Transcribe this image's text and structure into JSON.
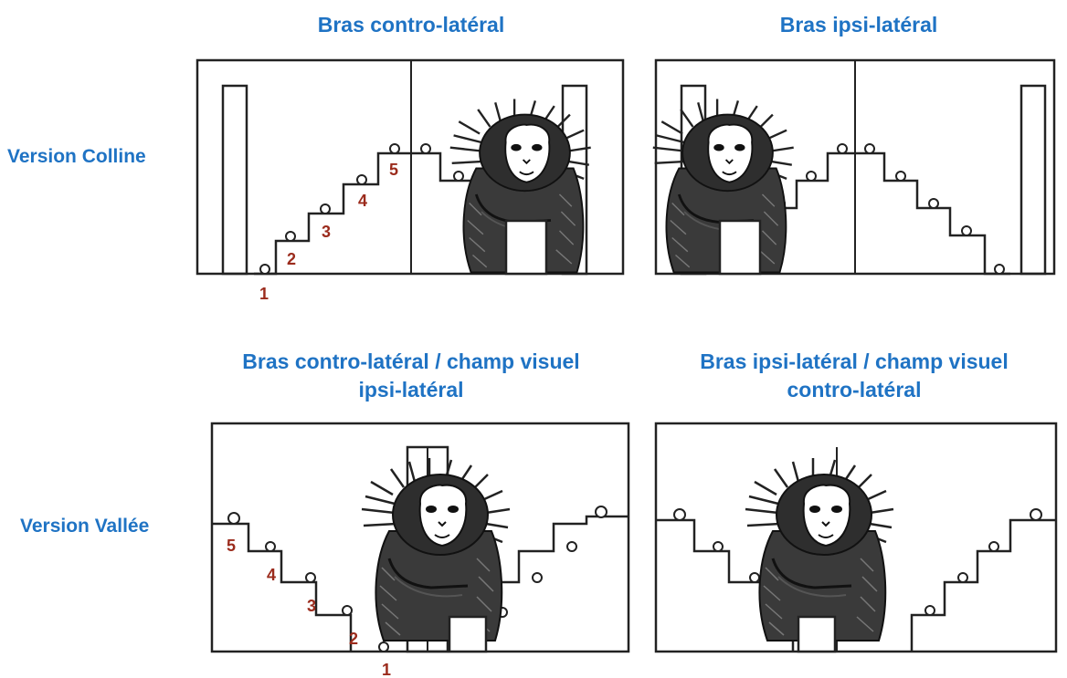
{
  "headings": {
    "top_left": "Bras contro-latéral",
    "top_right": "Bras ipsi-latéral",
    "bottom_left_line1": "Bras contro-latéral / champ visuel",
    "bottom_left_line2": "ipsi-latéral",
    "bottom_right_line1": "Bras ipsi-latéral / champ visuel",
    "bottom_right_line2": "contro-latéral"
  },
  "rows": {
    "colline": "Version Colline",
    "vallee": "Version Vallée"
  },
  "step_numbers": [
    "1",
    "2",
    "3",
    "4",
    "5"
  ],
  "colors": {
    "heading": "#1f73c4",
    "number": "#9b2b1c",
    "line": "#222222"
  }
}
